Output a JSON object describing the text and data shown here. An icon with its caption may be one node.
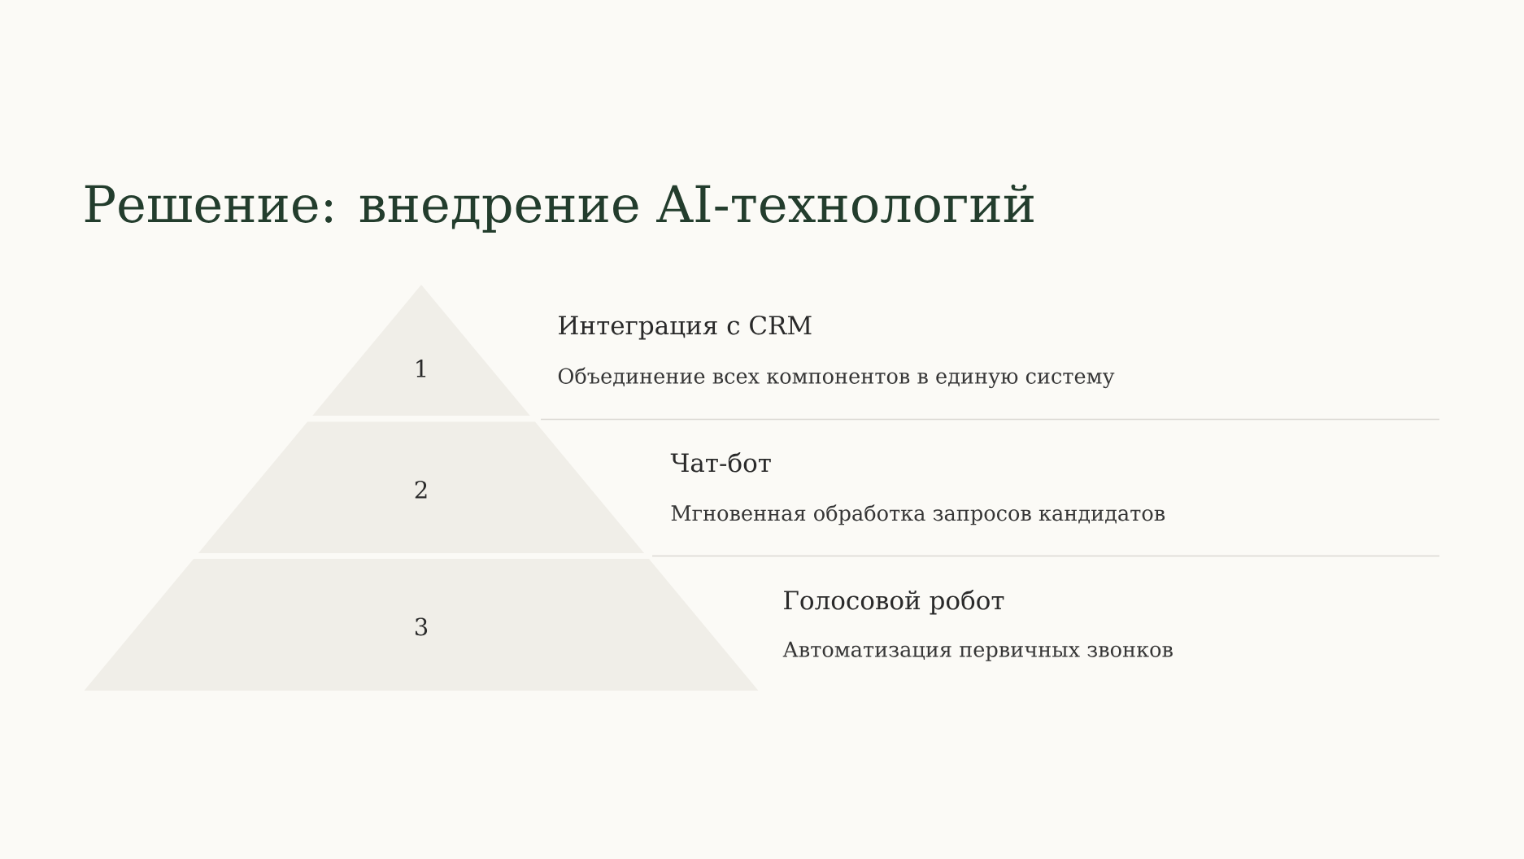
{
  "diagram": {
    "title": "Решение: внедрение AI-технологий",
    "nodes": [
      {
        "text": [
          "1"
        ],
        "beside": [
          "Интеграция с CRM",
          "Объединение всех компонентов в единую систему"
        ]
      },
      {
        "text": [
          "2"
        ],
        "beside": [
          "Чат-бот",
          "Мгновенная обработка запросов кандидатов"
        ]
      },
      {
        "text": [
          "3"
        ],
        "beside": [
          "Голосовой робот",
          "Автоматизация первичных звонков"
        ]
      }
    ]
  }
}
